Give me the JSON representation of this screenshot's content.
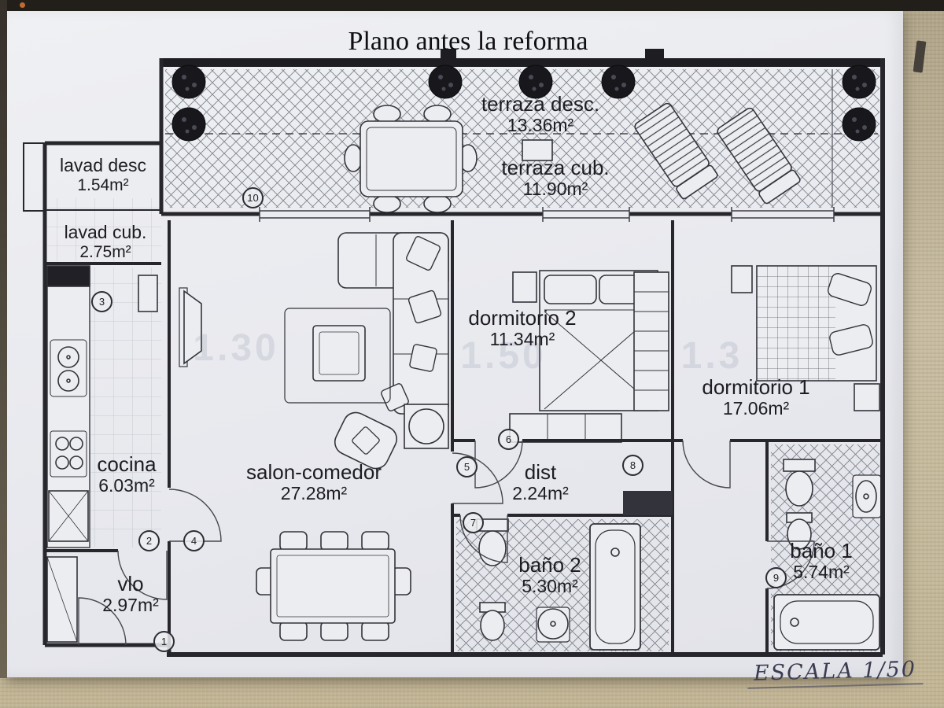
{
  "title": "Plano antes la reforma",
  "scale_note": "ESCALA 1/50",
  "rooms": {
    "terraza_desc": {
      "name": "terraza desc.",
      "area": "13.36m²"
    },
    "terraza_cub": {
      "name": "terraza cub.",
      "area": "11.90m²"
    },
    "lavad_desc": {
      "name": "lavad desc",
      "area": "1.54m²"
    },
    "lavad_cub": {
      "name": "lavad cub.",
      "area": "2.75m²"
    },
    "cocina": {
      "name": "cocina",
      "area": "6.03m²"
    },
    "vlo": {
      "name": "vlo",
      "area": "2.97m²"
    },
    "salon": {
      "name": "salon-comedor",
      "area": "27.28m²"
    },
    "dormitorio2": {
      "name": "dormitorio 2",
      "area": "11.34m²"
    },
    "dormitorio1": {
      "name": "dormitorio 1",
      "area": "17.06m²"
    },
    "dist": {
      "name": "dist",
      "area": "2.24m²"
    },
    "bano2": {
      "name": "baño 2",
      "area": "5.30m²"
    },
    "bano1": {
      "name": "baño 1",
      "area": "5.74m²"
    }
  },
  "markers": {
    "m1": "1",
    "m2": "2",
    "m3": "3",
    "m4": "4",
    "m5": "5",
    "m6": "6",
    "m7": "7",
    "m8": "8",
    "m9": "9",
    "m10": "10"
  },
  "bleedthrough": {
    "a": "1.30",
    "b": "1.50",
    "c": "1.3"
  },
  "colors": {
    "ink": "#26262c",
    "paper": "#ecedf0",
    "background": "#c2b595",
    "plant": "#17171c"
  }
}
